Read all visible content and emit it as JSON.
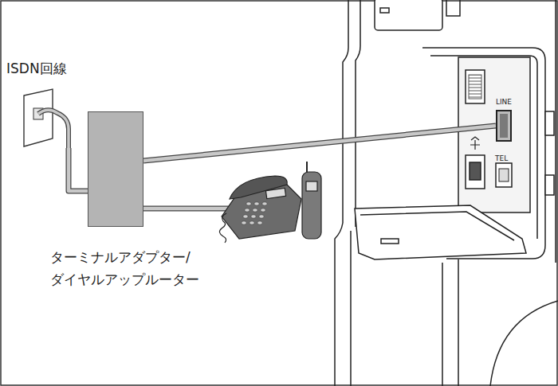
{
  "diagram": {
    "nodes": [
      {
        "text": [
          "ISDN回線"
        ]
      },
      {
        "text": [
          "ターミナルアダプター/ ダイヤルアップルーター"
        ]
      },
      {
        "text": [
          "LINE"
        ]
      }
    ],
    "edges": [
      {
        "from": 0,
        "to": 1,
        "arrow": "none"
      },
      {
        "from": 1,
        "to": 2,
        "arrow": "none"
      }
    ],
    "labels": [
      "TEL"
    ]
  }
}
